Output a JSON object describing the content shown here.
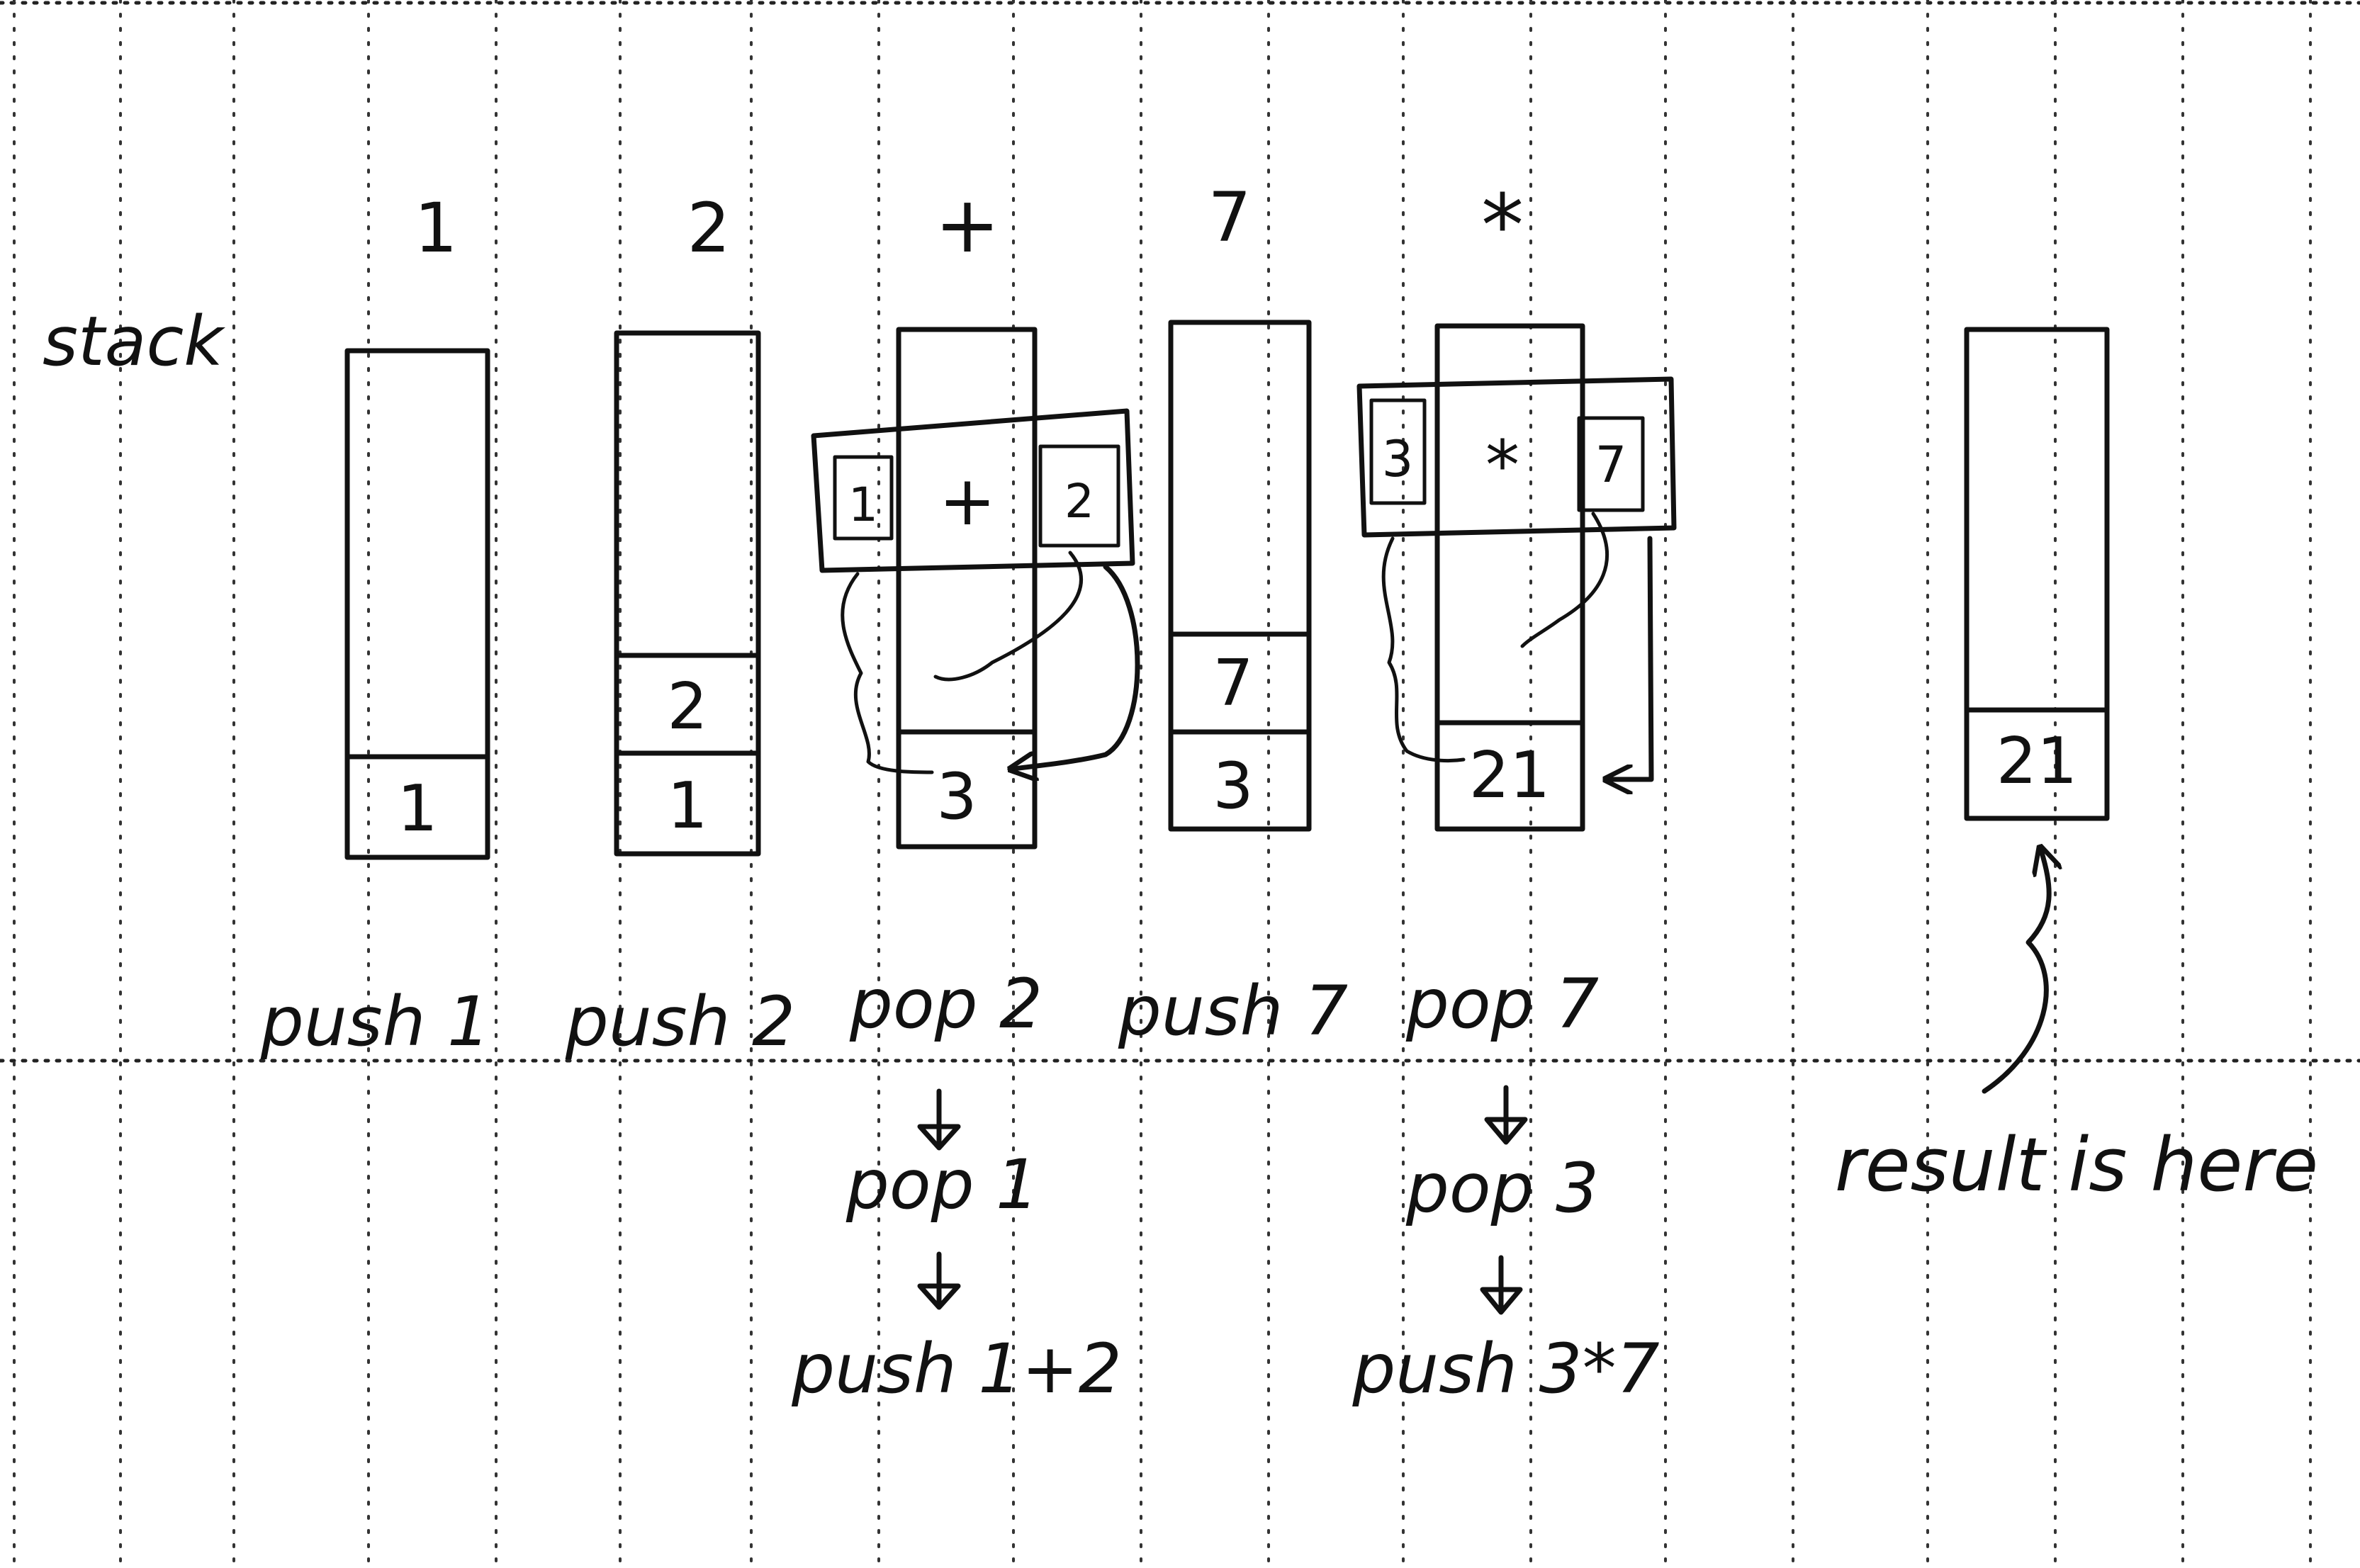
{
  "side_label": "stack",
  "columns": [
    {
      "token": "1",
      "cells": [
        "1"
      ],
      "ops": [
        "push 1"
      ]
    },
    {
      "token": "2",
      "cells": [
        "1",
        "2"
      ],
      "ops": [
        "push 2"
      ]
    },
    {
      "token": "+",
      "cells": [
        "3"
      ],
      "ops": [
        "pop 2",
        "pop 1",
        "push 1+2"
      ],
      "operation": {
        "left": "1",
        "operator": "+",
        "right": "2"
      }
    },
    {
      "token": "7",
      "cells": [
        "3",
        "7"
      ],
      "ops": [
        "push 7"
      ]
    },
    {
      "token": "*",
      "cells": [
        "21"
      ],
      "ops": [
        "pop 7",
        "pop 3",
        "push 3*7"
      ],
      "operation": {
        "left": "3",
        "operator": "*",
        "right": "7"
      }
    },
    {
      "token": "",
      "cells": [
        "21"
      ],
      "ops": []
    }
  ],
  "result_note": "result is here"
}
